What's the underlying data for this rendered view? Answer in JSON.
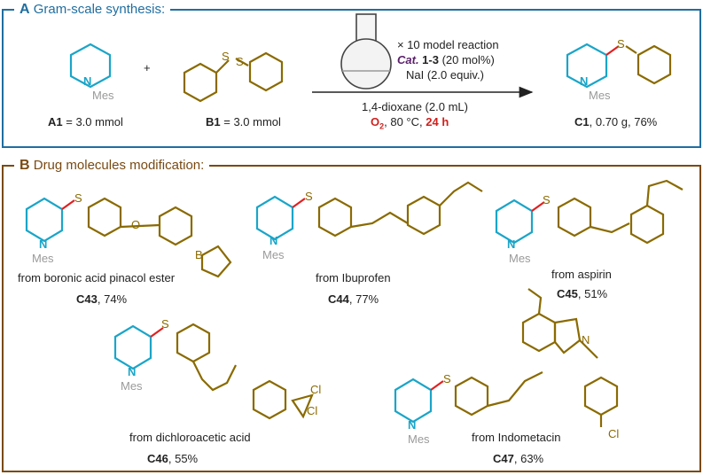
{
  "panelA": {
    "letter": "A",
    "title": "Gram-scale synthesis:",
    "a1_label": "A1",
    "a1_amount": " = 3.0 mmol",
    "b1_label": "B1",
    "b1_amount": " = 3.0 mmol",
    "plus": "+",
    "mes": "Mes",
    "n": "N",
    "s": "S",
    "cond_scale": "× 10 model reaction",
    "cond_cat": "Cat.",
    "cond_cat_num": " 1-3",
    "cond_cat_load": " (20 mol%)",
    "cond_nai": "NaI (2.0 equiv.)",
    "cond_solvent": "1,4-dioxane (2.0 mL)",
    "cond_o2": "O",
    "cond_o2_sub": "2",
    "cond_temp": ", 80 °C, ",
    "cond_time": "24 h",
    "c1_label": "C1",
    "c1_yield": ", 0.70 g, 76%"
  },
  "panelB": {
    "letter": "B",
    "title": "Drug molecules modification:",
    "items": [
      {
        "from": "from boronic acid pinacol ester",
        "code": "C43",
        "yield": ", 74%"
      },
      {
        "from": "from Ibuprofen",
        "code": "C44",
        "yield": ", 77%"
      },
      {
        "from": "from aspirin",
        "code": "C45",
        "yield": ", 51%"
      },
      {
        "from": "from dichloroacetic acid",
        "code": "C46",
        "yield": ", 55%"
      },
      {
        "from": "from Indometacin",
        "code": "C47",
        "yield": ", 63%"
      }
    ],
    "atoms": {
      "o": "O",
      "b": "B",
      "cl": "Cl",
      "s": "S",
      "n": "N",
      "mes": "Mes"
    }
  },
  "colors": {
    "panelA_border": "#1f6ea0",
    "panelB_border": "#7a4a12",
    "ring": "#1aa5c8",
    "arene": "#8a6a00",
    "bond_red": "#e02020",
    "mes": "#9a9a9a"
  }
}
